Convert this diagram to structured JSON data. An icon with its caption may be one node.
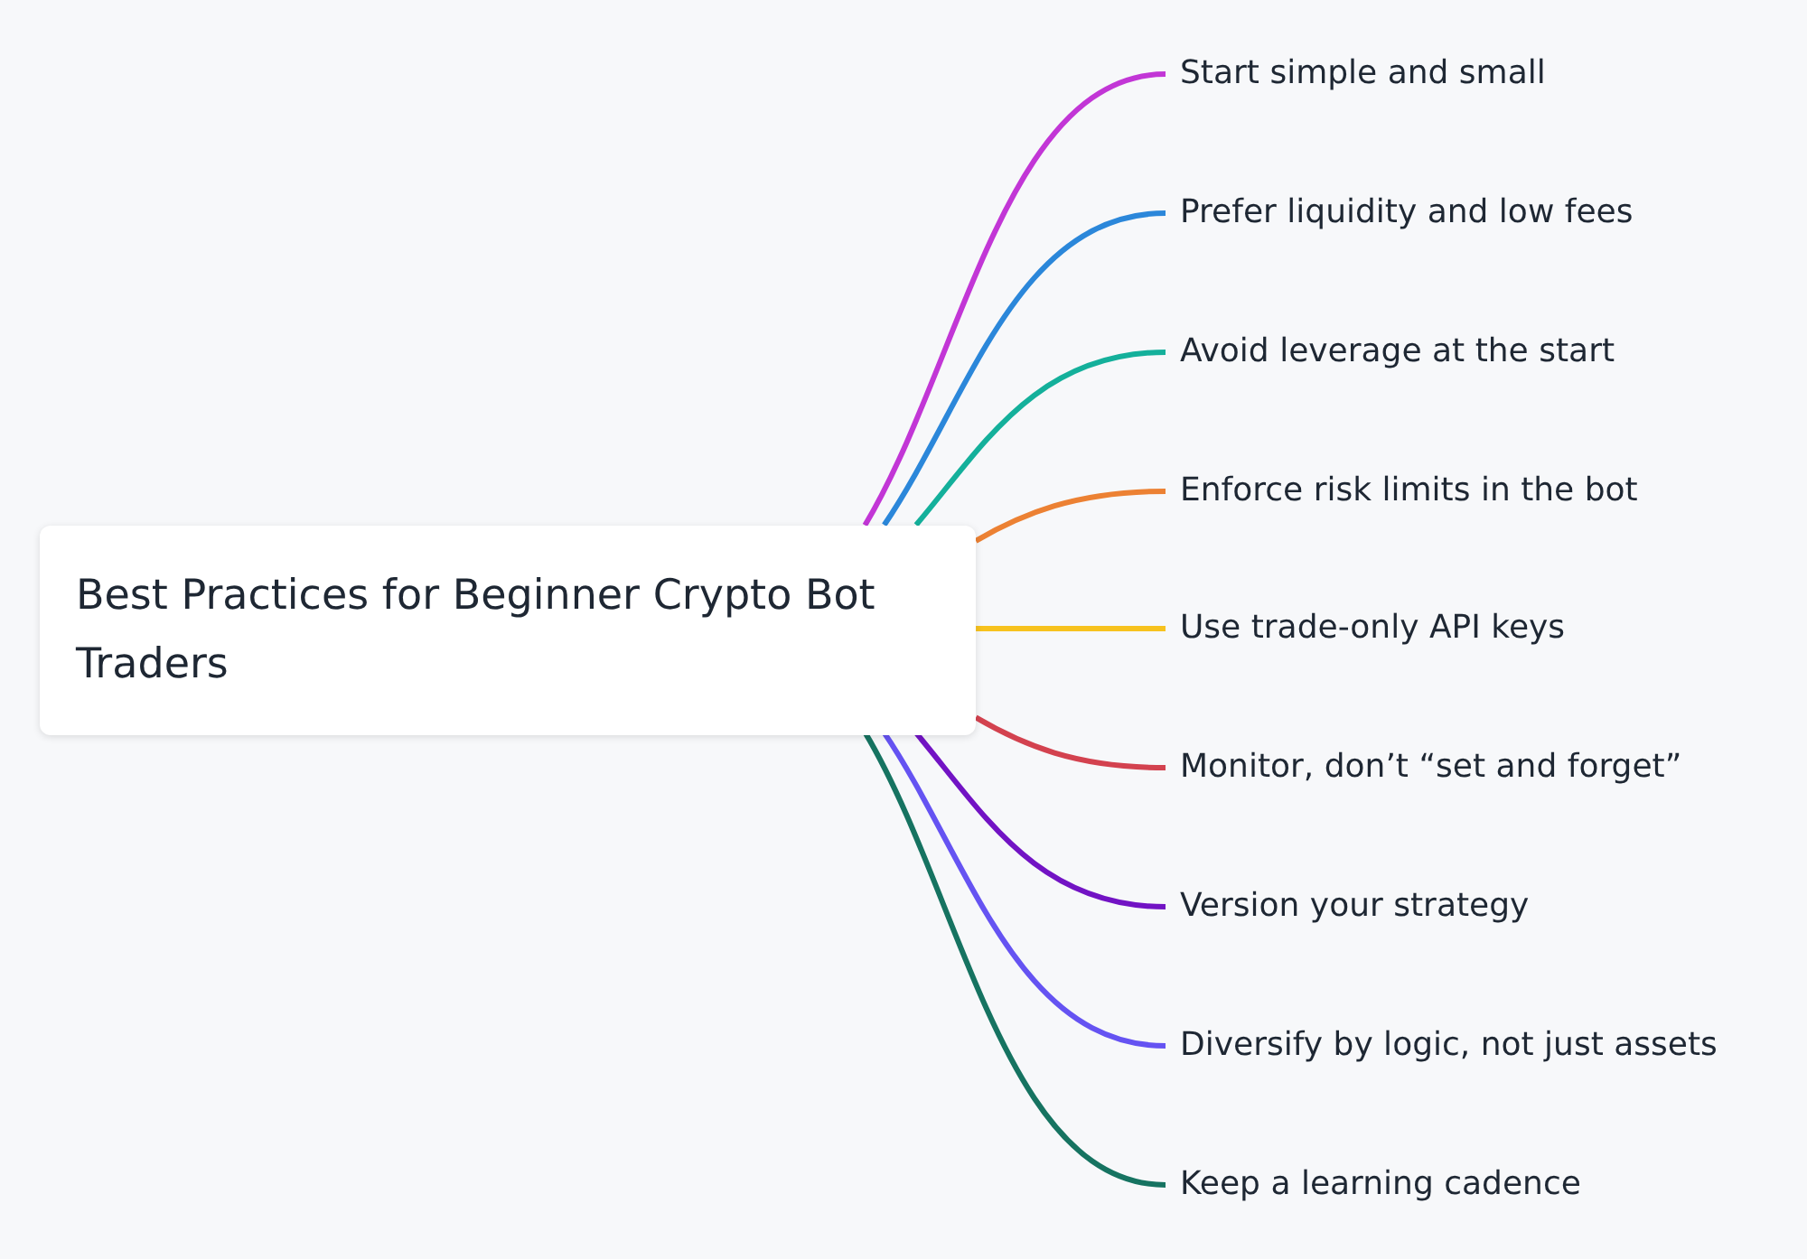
{
  "diagram": {
    "nodes": [
      {
        "text": [
          "Best Practices for Beginner Crypto Bot Traders"
        ]
      },
      {
        "text": [
          "Start simple and small"
        ]
      },
      {
        "text": [
          "Prefer liquidity and low fees"
        ]
      },
      {
        "text": [
          "Avoid leverage at the start"
        ]
      },
      {
        "text": [
          "Enforce risk limits in the bot"
        ]
      },
      {
        "text": [
          "Use trade-only API keys"
        ]
      },
      {
        "text": [
          "Monitor, don’t “set and forget”"
        ]
      },
      {
        "text": [
          "Version your strategy"
        ]
      },
      {
        "text": [
          "Diversify by logic, not just assets"
        ]
      },
      {
        "text": [
          "Keep a learning cadence"
        ]
      }
    ],
    "edges": [
      {
        "from": 0,
        "to": 1,
        "arrow": "none",
        "color": "#c236d6"
      },
      {
        "from": 0,
        "to": 2,
        "arrow": "none",
        "color": "#2b87da"
      },
      {
        "from": 0,
        "to": 3,
        "arrow": "none",
        "color": "#14b09b"
      },
      {
        "from": 0,
        "to": 4,
        "arrow": "none",
        "color": "#ec8133"
      },
      {
        "from": 0,
        "to": 5,
        "arrow": "none",
        "color": "#f7c21e"
      },
      {
        "from": 0,
        "to": 6,
        "arrow": "none",
        "color": "#d3424f"
      },
      {
        "from": 0,
        "to": 7,
        "arrow": "none",
        "color": "#7213c4"
      },
      {
        "from": 0,
        "to": 8,
        "arrow": "none",
        "color": "#6553f2"
      },
      {
        "from": 0,
        "to": 9,
        "arrow": "none",
        "color": "#167361"
      }
    ]
  }
}
